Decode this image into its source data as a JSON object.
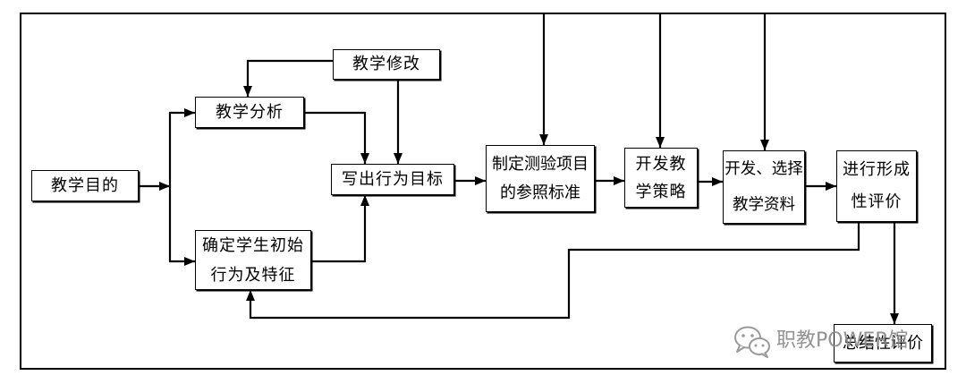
{
  "diagram": {
    "nodes": {
      "teaching_goal": {
        "lines": [
          "教学目的"
        ]
      },
      "instructional_analysis": {
        "lines": [
          "教学分析"
        ]
      },
      "revise_instruction": {
        "lines": [
          "教学修改"
        ]
      },
      "learner_entry_behaviors": {
        "lines": [
          "确定学生初始",
          "行为及特征"
        ]
      },
      "performance_objectives": {
        "lines": [
          "写出行为目标"
        ]
      },
      "criterion_tests": {
        "lines": [
          "制定测验项目",
          "的参照标准"
        ]
      },
      "instructional_strategy": {
        "lines": [
          "开发教",
          "学策略"
        ]
      },
      "instructional_materials": {
        "lines": [
          "开发、选择",
          "教学资料"
        ]
      },
      "formative_evaluation": {
        "lines": [
          "进行形成",
          "性评价"
        ]
      },
      "summative_evaluation": {
        "lines": [
          "总结性评价"
        ]
      }
    }
  },
  "watermark": {
    "icon": "wechat-icon",
    "text": "职教POWER馆",
    "color": "#8a8a8a"
  },
  "colors": {
    "ink": "#000000",
    "background": "#ffffff"
  }
}
